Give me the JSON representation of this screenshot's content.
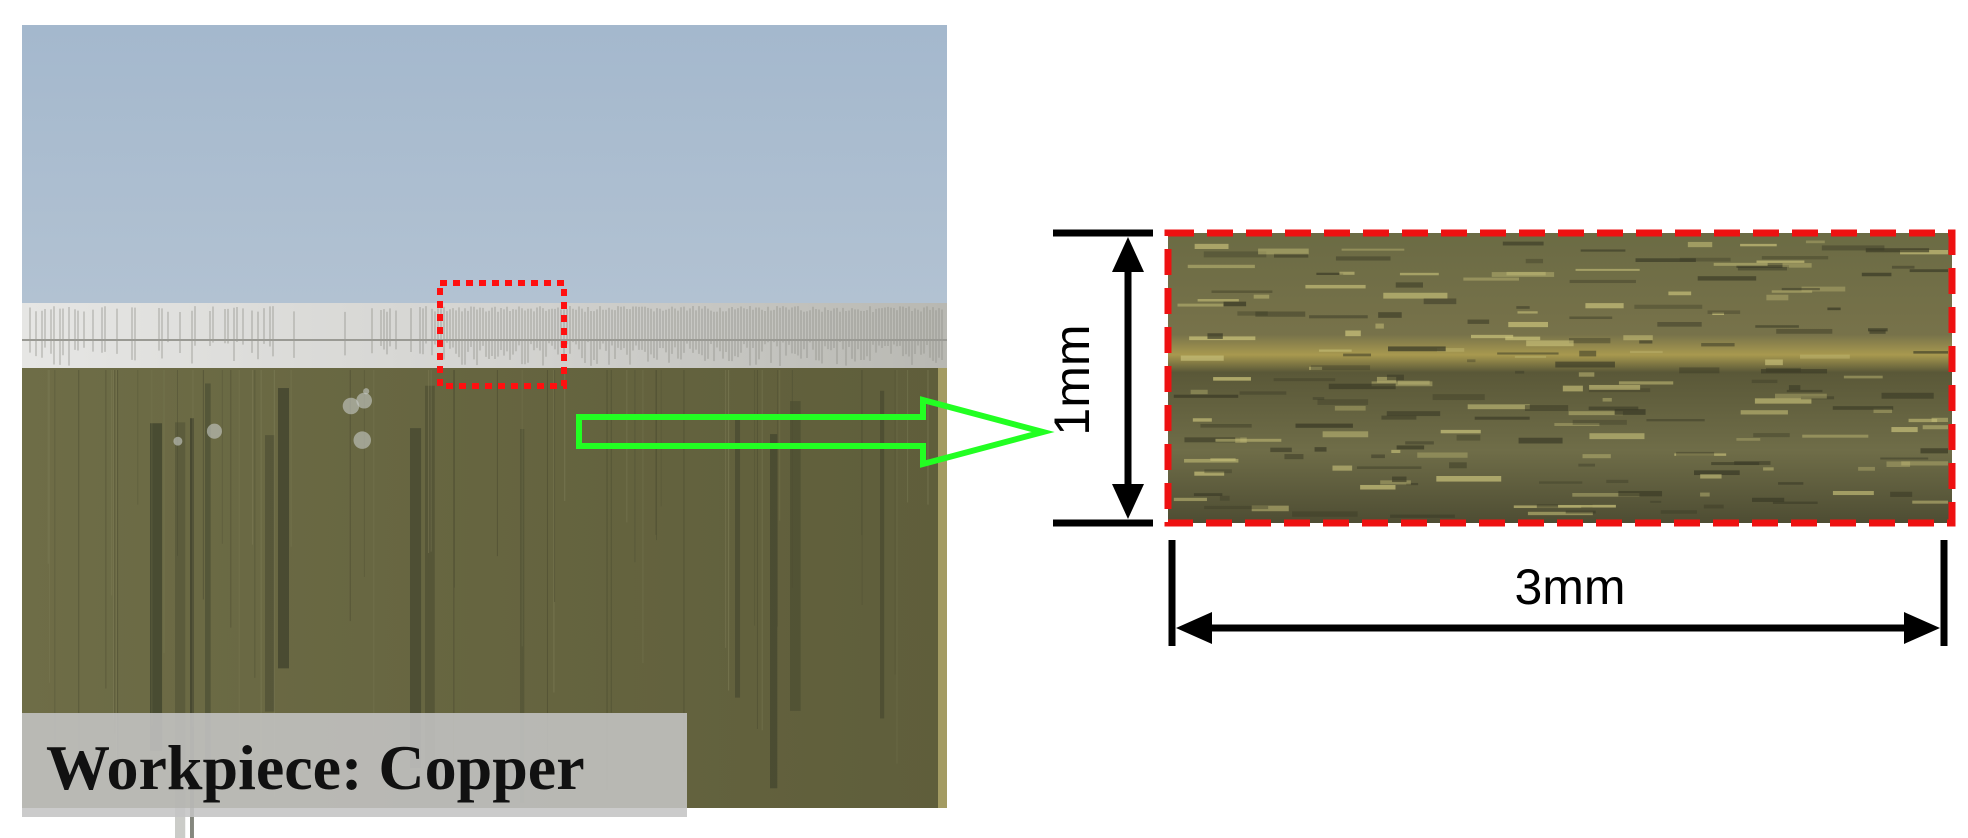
{
  "caption": {
    "text": "Workpiece: Copper"
  },
  "dimensions": {
    "height_label": "1mm",
    "width_label": "3mm"
  },
  "colors": {
    "sky": "#a9bccf",
    "metal": "#6a6a43",
    "edge": "#d9d9d6",
    "highlight_box": "#ff0000",
    "arrow": "#00ff00",
    "dimension_line": "#000000"
  }
}
